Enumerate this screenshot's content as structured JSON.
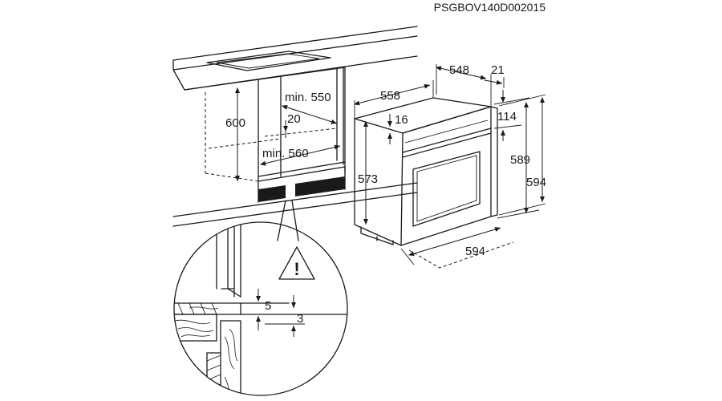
{
  "reference_code": "PSGBOV140D002015",
  "dimensions": {
    "niche_height": "600",
    "niche_depth": "min. 550",
    "gap_20": "20",
    "niche_width": "min. 560",
    "oven_depth": "558",
    "depth_548": "548",
    "depth_21": "21",
    "depth_16": "16",
    "offset_114": "114",
    "height_589": "589",
    "height_594": "594",
    "height_573": "573",
    "width_594": "594",
    "detail_5": "5",
    "detail_3": "3"
  },
  "warning_symbol": "!"
}
